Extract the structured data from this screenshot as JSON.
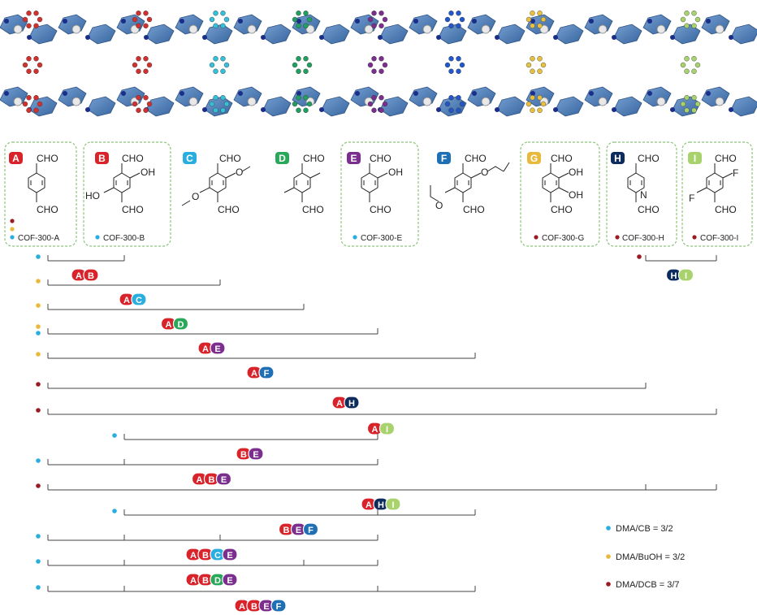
{
  "colors": {
    "A": "#d8232a",
    "B": "#d8232a",
    "C": "#2aaee0",
    "D": "#2aa85a",
    "E": "#7b2e8e",
    "F": "#1f6fb4",
    "G": "#e8b93a",
    "H": "#0d2c5e",
    "I": "#a8d26c",
    "solvent_cb": "#2aaee0",
    "solvent_buoh": "#e8b93a",
    "solvent_dcb": "#9b1b22"
  },
  "linkers": [
    {
      "letter": "A",
      "top_group": "CHO",
      "bottom_group": "CHO",
      "product": "COF-300-A"
    },
    {
      "letter": "B",
      "top_group": "CHO",
      "bottom_group": "CHO",
      "right_group": "OH",
      "left_group": "HO",
      "product": "COF-300-B"
    },
    {
      "letter": "C",
      "top_group": "CHO",
      "bottom_group": "CHO",
      "right_group": "O",
      "left_group": "O"
    },
    {
      "letter": "D",
      "top_group": "CHO",
      "bottom_group": "CHO"
    },
    {
      "letter": "E",
      "top_group": "CHO",
      "bottom_group": "CHO",
      "right_group": "OH",
      "product": "COF-300-E"
    },
    {
      "letter": "F",
      "top_group": "CHO",
      "bottom_group": "CHO",
      "right_group": "O",
      "left_group": "O"
    },
    {
      "letter": "G",
      "top_group": "CHO",
      "bottom_group": "CHO",
      "right_group": "OH",
      "right_group2": "OH",
      "product": "COF-300-G"
    },
    {
      "letter": "H",
      "top_group": "CHO",
      "bottom_group": "CHO",
      "ring_atom": "N",
      "product": "COF-300-H"
    },
    {
      "letter": "I",
      "top_group": "CHO",
      "bottom_group": "CHO",
      "right_group": "F",
      "left_group": "F",
      "product": "COF-300-I"
    }
  ],
  "combinations": [
    {
      "components": [
        "A",
        "B"
      ],
      "solvents": [
        "cb"
      ]
    },
    {
      "components": [
        "A",
        "C"
      ],
      "solvents": [
        "buoh"
      ]
    },
    {
      "components": [
        "A",
        "D"
      ],
      "solvents": [
        "buoh"
      ]
    },
    {
      "components": [
        "A",
        "E"
      ],
      "solvents": [
        "buoh",
        "cb"
      ]
    },
    {
      "components": [
        "A",
        "F"
      ],
      "solvents": [
        "buoh"
      ]
    },
    {
      "components": [
        "A",
        "H"
      ],
      "solvents": [
        "dcb"
      ]
    },
    {
      "components": [
        "A",
        "I"
      ],
      "solvents": [
        "dcb"
      ]
    },
    {
      "components": [
        "B",
        "E"
      ],
      "solvents": [
        "cb"
      ]
    },
    {
      "components": [
        "A",
        "B",
        "E"
      ],
      "solvents": [
        "cb"
      ]
    },
    {
      "components": [
        "A",
        "H",
        "I"
      ],
      "solvents": [
        "dcb"
      ]
    },
    {
      "components": [
        "B",
        "E",
        "F"
      ],
      "solvents": [
        "cb"
      ]
    },
    {
      "components": [
        "A",
        "B",
        "C",
        "E"
      ],
      "solvents": [
        "cb"
      ]
    },
    {
      "components": [
        "A",
        "B",
        "D",
        "E"
      ],
      "solvents": [
        "cb"
      ]
    },
    {
      "components": [
        "A",
        "B",
        "E",
        "F"
      ],
      "solvents": [
        "cb"
      ]
    },
    {
      "components": [
        "H",
        "I"
      ],
      "solvents": [
        "dcb"
      ]
    }
  ],
  "legend": [
    {
      "label": "DMA/CB = 3/2",
      "color": "#2aaee0"
    },
    {
      "label": "DMA/BuOH = 3/2",
      "color": "#e8b93a"
    },
    {
      "label": "DMA/DCB = 3/7",
      "color": "#9b1b22"
    }
  ]
}
